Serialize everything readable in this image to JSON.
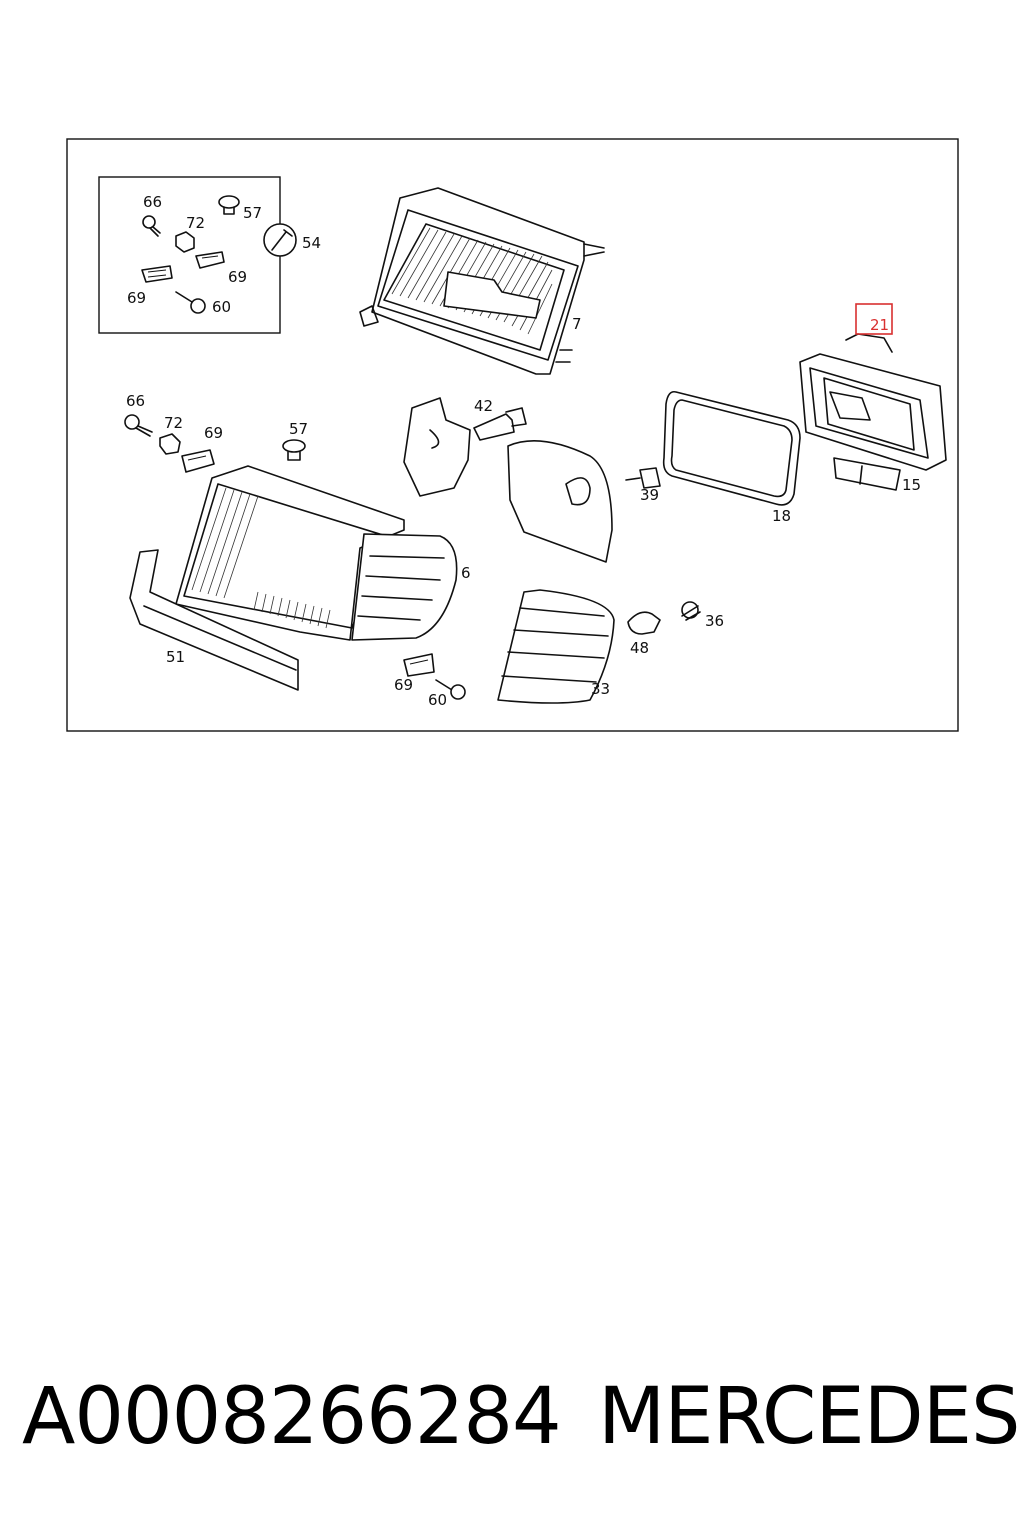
{
  "diagram": {
    "callouts": {
      "inset_66": "66",
      "inset_57": "57",
      "inset_72": "72",
      "inset_54": "54",
      "inset_69a": "69",
      "inset_69b": "69",
      "inset_60": "60",
      "p7": "7",
      "p21": "21",
      "p66": "66",
      "p72": "72",
      "p69": "69",
      "p57": "57",
      "p42": "42",
      "p39": "39",
      "p18": "18",
      "p15": "15",
      "p6": "6",
      "p51": "51",
      "p36": "36",
      "p48": "48",
      "p69b": "69",
      "p60": "60",
      "p33": "33"
    },
    "highlighted_callout": "21",
    "highlight_color": "#d93030"
  },
  "caption": {
    "part_number": "A0008266284",
    "brand": "MERCEDES"
  }
}
